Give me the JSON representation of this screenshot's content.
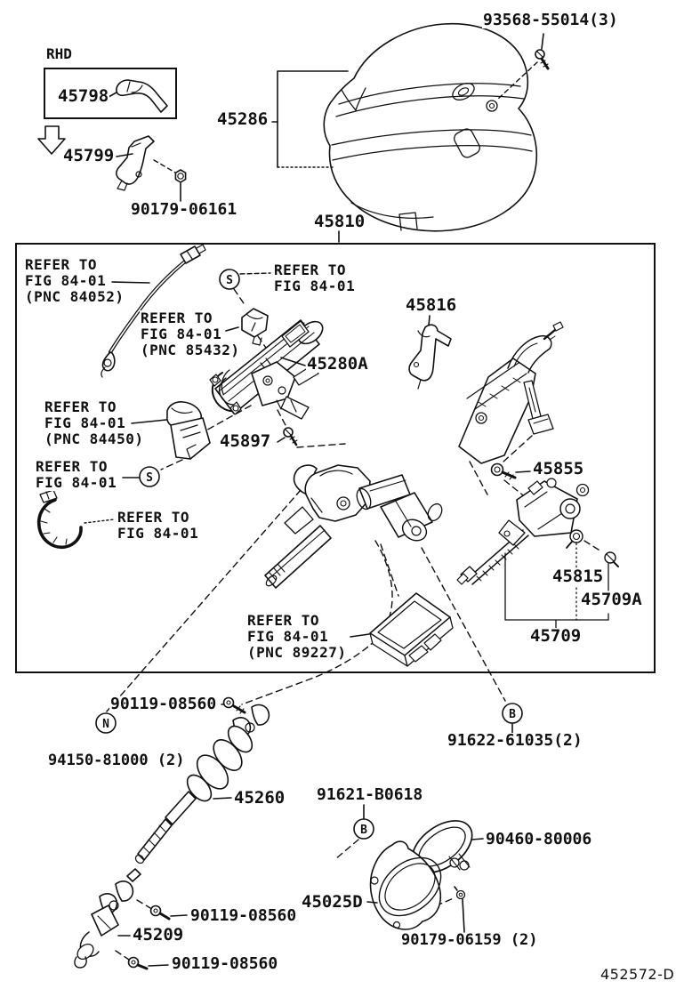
{
  "doc": {
    "region_label": "RHD",
    "drawing_code": "452572-D"
  },
  "markers": {
    "s": "S",
    "n": "N",
    "b": "B"
  },
  "parts": {
    "lever": "45798",
    "lever_bracket": "45799",
    "nut_upper": "90179-06161",
    "cover_set": "45286",
    "cover_screw": "93568-55014(3)",
    "column_assy": "45810",
    "column_tube": "45280A",
    "breakaway_bracket": "45816",
    "bolt_45855": "45855",
    "screw_45897": "45897",
    "grommet": "45815",
    "screw_45709a": "45709A",
    "tilt_motor": "45709",
    "bolt_90119_upper": "90119-08560",
    "joint_upper": "94150-81000 (2)",
    "intermediate_shaft": "45260",
    "bolt_91621": "91621-B0618",
    "nut_91622": "91622-61035(2)",
    "hose_clamp": "90460-80006",
    "column_hole_cover": "45025D",
    "bolt_90179_06159": "90179-06159 (2)",
    "joint_lower": "45209",
    "bolt_90119_mid": "90119-08560",
    "bolt_90119_lower": "90119-08560"
  },
  "refers": {
    "r84052": {
      "l1": "REFER TO",
      "l2": "FIG 84-01",
      "l3": "(PNC 84052)"
    },
    "rtop": {
      "l1": "REFER TO",
      "l2": "FIG 84-01"
    },
    "r85432": {
      "l1": "REFER TO",
      "l2": "FIG 84-01",
      "l3": "(PNC 85432)"
    },
    "r84450": {
      "l1": "REFER TO",
      "l2": "FIG 84-01",
      "l3": "(PNC 84450)"
    },
    "rs2": {
      "l1": "REFER TO",
      "l2": "FIG 84-01"
    },
    "rhook": {
      "l1": "REFER TO",
      "l2": "FIG 84-01"
    },
    "r89227": {
      "l1": "REFER TO",
      "l2": "FIG 84-01",
      "l3": "(PNC 89227)"
    }
  }
}
